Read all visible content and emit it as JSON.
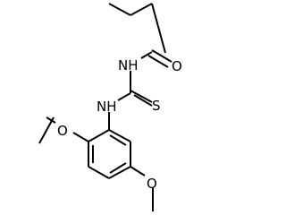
{
  "molecule": {
    "atoms": {
      "oxygen_carbonyl": "O",
      "nh_amide": "NH",
      "sulfur": "S",
      "nh_aryl": "NH",
      "oxygen_methoxy_ortho": "O",
      "oxygen_methoxy_meta": "O"
    },
    "colors": {
      "bond": "#000000",
      "label": "#000000",
      "background": "#ffffff"
    }
  }
}
